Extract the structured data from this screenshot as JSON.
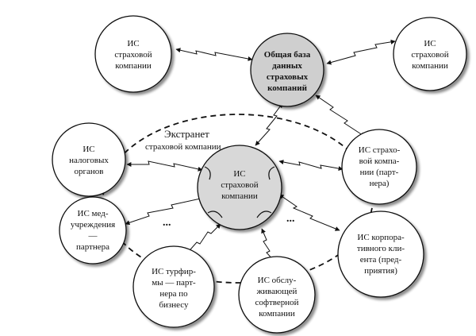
{
  "extranet": {
    "title": "Экстранет",
    "subtitle": "страховой компании"
  },
  "dots": "...",
  "nodes": {
    "top_left": [
      "ИС",
      "страховой",
      "компании"
    ],
    "db": [
      "Общая база",
      "данных",
      "страховых",
      "компаний"
    ],
    "top_right": [
      "ИС",
      "страховой",
      "компании"
    ],
    "tax": [
      "ИС",
      "налоговых",
      "органов"
    ],
    "center": [
      "ИС",
      "страховой",
      "компании"
    ],
    "partner_ins": [
      "ИС страхо-",
      "вой компа-",
      "нии (парт-",
      "нера)"
    ],
    "med": [
      "ИС мед-",
      "учреждения",
      "—",
      "партнера"
    ],
    "corp": [
      "ИС корпора-",
      "тивного кли-",
      "ента (пред-",
      "приятия)"
    ],
    "travel": [
      "ИС турфир-",
      "мы — парт-",
      "нера по",
      "бизнесу"
    ],
    "software": [
      "ИС обслу-",
      "живающей",
      "софтверной",
      "компании"
    ]
  },
  "colors": {
    "db_fill": "#cfcfcf",
    "center_fill": "#d8d8d8",
    "node_fill": "#ffffff",
    "stroke": "#111111"
  }
}
